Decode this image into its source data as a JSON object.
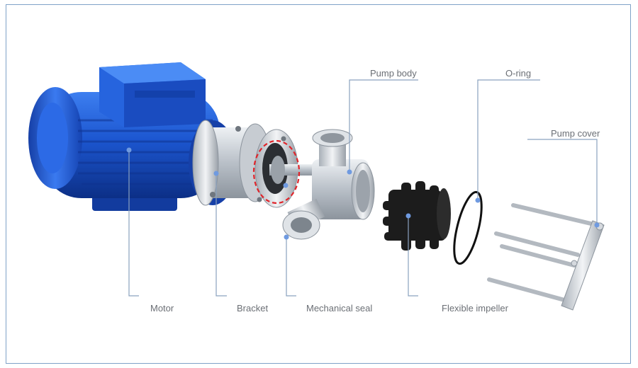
{
  "labels": {
    "pump_body": "Pump body",
    "o_ring": "O-ring",
    "pump_cover": "Pump cover",
    "motor": "Motor",
    "bracket": "Bracket",
    "mechanical_seal": "Mechanical seal",
    "flexible_impeller": "Flexible impeller"
  },
  "colors": {
    "frame": "#7fa2c8",
    "leader_line": "#8aa2bf",
    "dot": "#6f9ae0",
    "label_text": "#6b6f75",
    "motor_blue": "#1b4fc4",
    "steel": "#c8cdd3",
    "impeller": "#1c1c1c",
    "seal_highlight": "#e0242a"
  }
}
